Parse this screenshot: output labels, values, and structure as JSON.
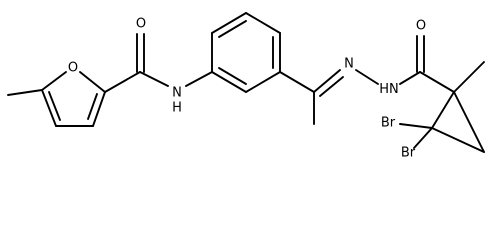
{
  "molecule": {
    "atoms": {
      "furan_o": "O",
      "amide1_o": "O",
      "amide1_n": "N",
      "hydrazone_n1": "N",
      "hydrazone_n2": "N",
      "hydrazone_n2_h": "H",
      "nh_h": "H",
      "amide2_o": "O",
      "br1": "Br",
      "br2": "Br"
    }
  }
}
